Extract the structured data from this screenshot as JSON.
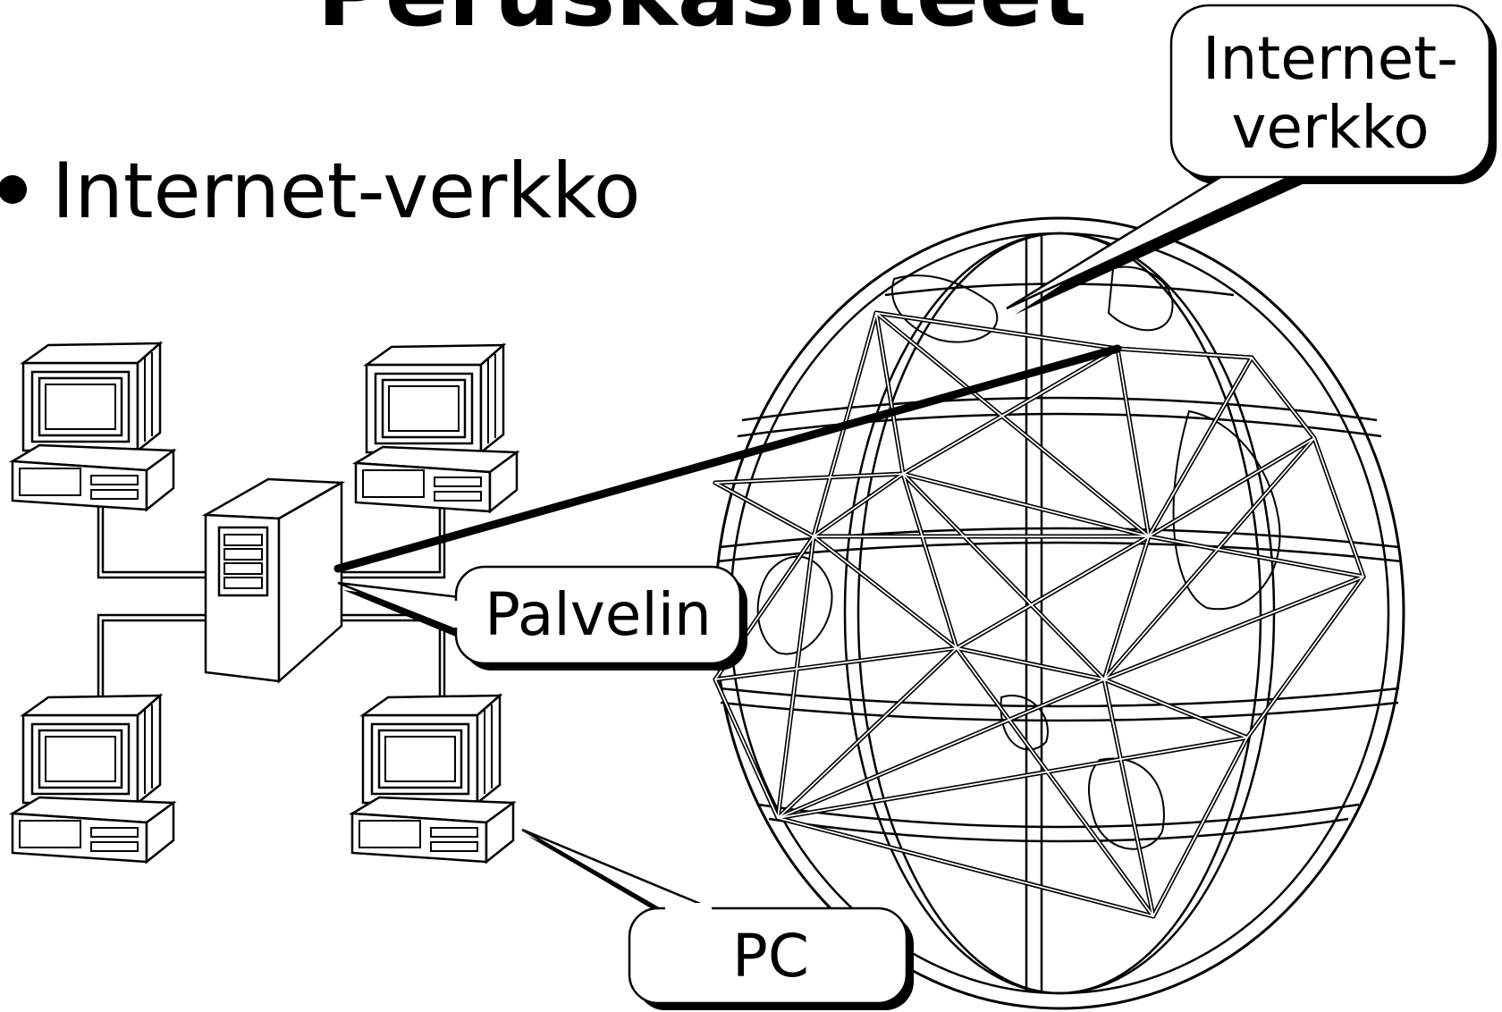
{
  "slide": {
    "title": "Peruskäsitteet",
    "bullet": "Internet-verkko"
  },
  "callouts": {
    "internet_line1": "Internet-",
    "internet_line2": "verkko",
    "server": "Palvelin",
    "pc": "PC"
  },
  "icons": {
    "bullet": "bullet-dot-icon",
    "computer": "desktop-computer-icon",
    "server": "server-tower-icon",
    "globe": "globe-network-icon"
  },
  "colors": {
    "background": "#ffffff",
    "ink": "#000000"
  }
}
